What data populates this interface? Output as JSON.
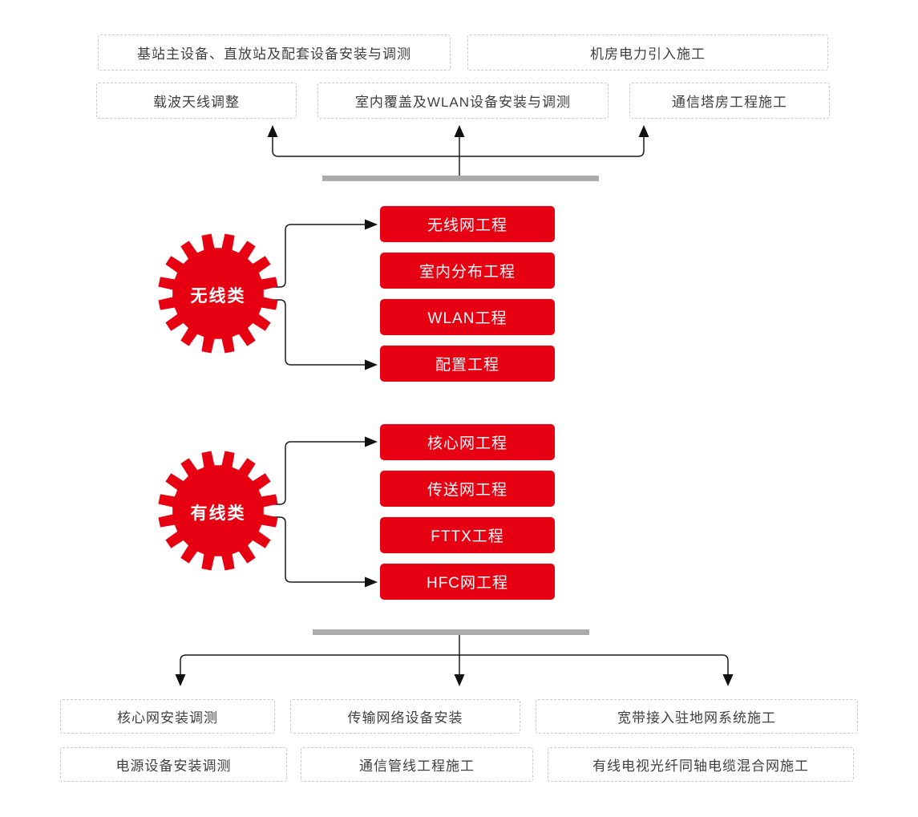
{
  "colors": {
    "red": "#E60012",
    "bar_gray": "#ABABAB",
    "line_black": "#1A1A1A",
    "dash_border": "#C9C9C9",
    "dash_text": "#3F3F3F"
  },
  "top": {
    "row1": [
      {
        "label": "基站主设备、直放站及配套设备安装与调测"
      },
      {
        "label": "机房电力引入施工"
      }
    ],
    "row2": [
      {
        "label": "载波天线调整"
      },
      {
        "label": "室内覆盖及WLAN设备安装与调测"
      },
      {
        "label": "通信塔房工程施工"
      }
    ]
  },
  "wireless": {
    "label": "无线类",
    "items": [
      {
        "label": "无线网工程"
      },
      {
        "label": "室内分布工程"
      },
      {
        "label": "WLAN工程"
      },
      {
        "label": "配置工程"
      }
    ]
  },
  "wired": {
    "label": "有线类",
    "items": [
      {
        "label": "核心网工程"
      },
      {
        "label": "传送网工程"
      },
      {
        "label": "FTTX工程"
      },
      {
        "label": "HFC网工程"
      }
    ]
  },
  "bottom": {
    "row1": [
      {
        "label": "核心网安装调测"
      },
      {
        "label": "传输网络设备安装"
      },
      {
        "label": "宽带接入驻地网系统施工"
      }
    ],
    "row2": [
      {
        "label": "电源设备安装调测"
      },
      {
        "label": "通信管线工程施工"
      },
      {
        "label": "有线电视光纤同轴电缆混合网施工"
      }
    ]
  }
}
